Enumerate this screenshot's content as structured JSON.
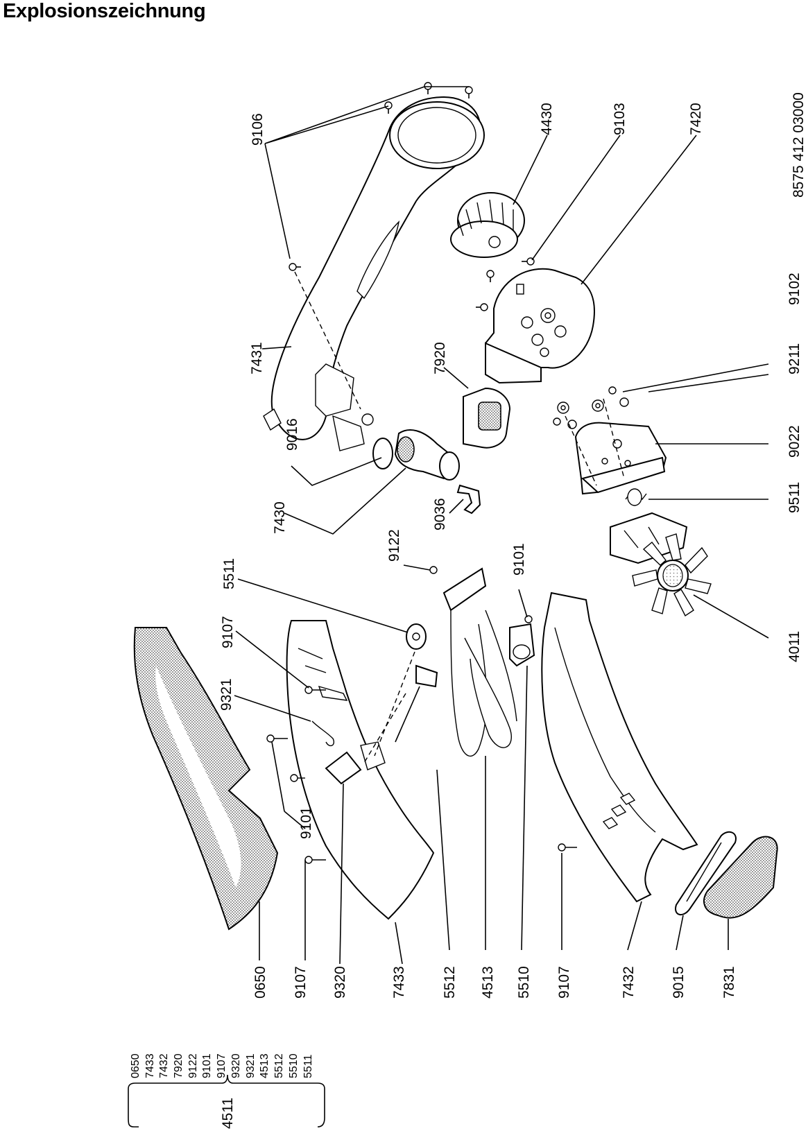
{
  "title": "Explosionszeichnung",
  "document_number": "8575 412 03000",
  "callouts": {
    "c9106": "9106",
    "c4430": "4430",
    "c9103": "9103",
    "c7420": "7420",
    "c7431": "7431",
    "c7920": "7920",
    "c9102": "9102",
    "c9211": "9211",
    "c9022": "9022",
    "c9016": "9016",
    "c9036": "9036",
    "c9511": "9511",
    "c7430": "7430",
    "c9122": "9122",
    "c9101_top": "9101",
    "c5511": "5511",
    "c9107_top": "9107",
    "c4011": "4011",
    "c9321": "9321",
    "c9101_left": "9101"
  },
  "bottom_labels": [
    "0650",
    "9107",
    "9320",
    "7433",
    "5512",
    "4513",
    "5510",
    "9107",
    "7432",
    "9015",
    "7831"
  ],
  "assembly_group": {
    "id": "4511",
    "members": [
      "0650",
      "7433",
      "7432",
      "7920",
      "9122",
      "9101",
      "9107",
      "9320",
      "9321",
      "4513",
      "5512",
      "5510",
      "5511"
    ]
  }
}
